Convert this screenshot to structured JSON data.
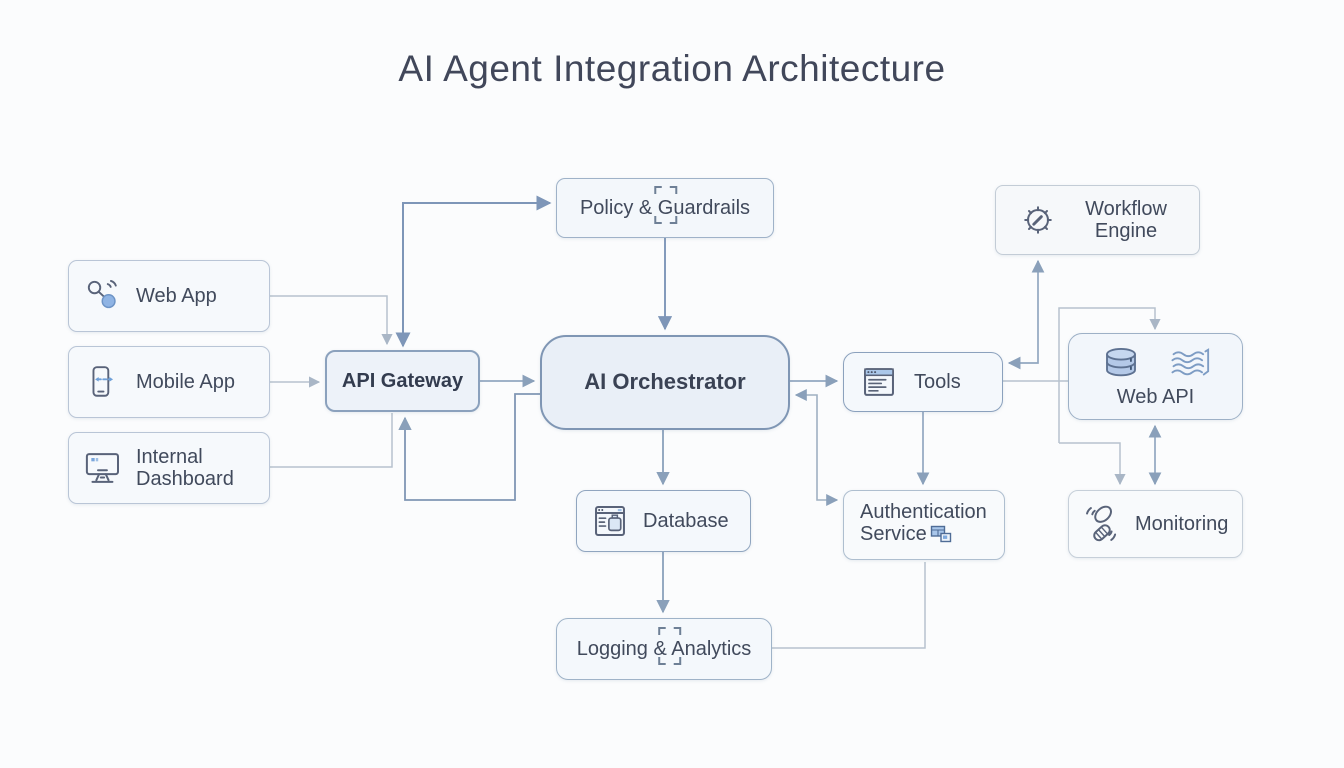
{
  "title": "AI Agent Integration Architecture",
  "nodes": {
    "web_app": {
      "label": "Web App",
      "icon": "share-node-icon"
    },
    "mobile_app": {
      "label": "Mobile App",
      "icon": "smartphone-icon"
    },
    "internal_dashboard": {
      "label": "Internal Dashboard",
      "icon": "desktop-monitor-icon"
    },
    "api_gateway": {
      "label": "API Gateway"
    },
    "policy_guardrails": {
      "label": "Policy & Guardrails",
      "icon": "focus-brackets-icon"
    },
    "ai_orchestrator": {
      "label": "AI Orchestrator"
    },
    "tools": {
      "label": "Tools",
      "icon": "window-list-icon"
    },
    "workflow_engine": {
      "label": "Workflow Engine",
      "icon": "gear-icon"
    },
    "web_api": {
      "label": "Web API",
      "icons": [
        "database-cylinder-icon",
        "waves-icon"
      ]
    },
    "database": {
      "label": "Database",
      "icon": "window-database-icon"
    },
    "authentication_service": {
      "label": "Authentication Service",
      "icon": "windows-overlap-icon"
    },
    "monitoring": {
      "label": "Monitoring",
      "icon": "signal-probe-icon"
    },
    "logging_analytics": {
      "label": "Logging & Analytics",
      "icon": "focus-brackets-icon"
    }
  },
  "edges": [
    {
      "from": "web_app",
      "to": "api_gateway",
      "arrows": "end"
    },
    {
      "from": "mobile_app",
      "to": "api_gateway",
      "arrows": "end"
    },
    {
      "from": "internal_dashboard",
      "to": "api_gateway",
      "arrows": "none"
    },
    {
      "from": "api_gateway",
      "to": "policy_guardrails",
      "arrows": "both"
    },
    {
      "from": "api_gateway",
      "to": "ai_orchestrator",
      "arrows": "end"
    },
    {
      "from": "ai_orchestrator",
      "to": "api_gateway",
      "arrows": "end"
    },
    {
      "from": "policy_guardrails",
      "to": "ai_orchestrator",
      "arrows": "end"
    },
    {
      "from": "ai_orchestrator",
      "to": "tools",
      "arrows": "end"
    },
    {
      "from": "authentication_service",
      "to": "ai_orchestrator",
      "arrows": "both"
    },
    {
      "from": "tools",
      "to": "authentication_service",
      "arrows": "end"
    },
    {
      "from": "tools",
      "to": "workflow_engine",
      "arrows": "both"
    },
    {
      "from": "tools",
      "to": "web_api",
      "arrows": "none"
    },
    {
      "from": "tools",
      "to": "web_api",
      "arrows": "end"
    },
    {
      "from": "tools",
      "to": "monitoring",
      "arrows": "end"
    },
    {
      "from": "web_api",
      "to": "monitoring",
      "arrows": "both"
    },
    {
      "from": "ai_orchestrator",
      "to": "database",
      "arrows": "end"
    },
    {
      "from": "database",
      "to": "logging_analytics",
      "arrows": "end"
    },
    {
      "from": "logging_analytics",
      "to": "authentication_service",
      "arrows": "none"
    }
  ],
  "colors": {
    "background": "#fbfcfd",
    "title_text": "#41475a",
    "node_fill": "#f6f9fc",
    "node_border": "#b9c5d6",
    "strong_border": "#7f96b4",
    "label_text": "#414a5c",
    "line_light": "#b7c2ce",
    "line_medium": "#92a7c0",
    "line_blue": "#7e96b8",
    "accent_blue": "#8fb4e4"
  }
}
